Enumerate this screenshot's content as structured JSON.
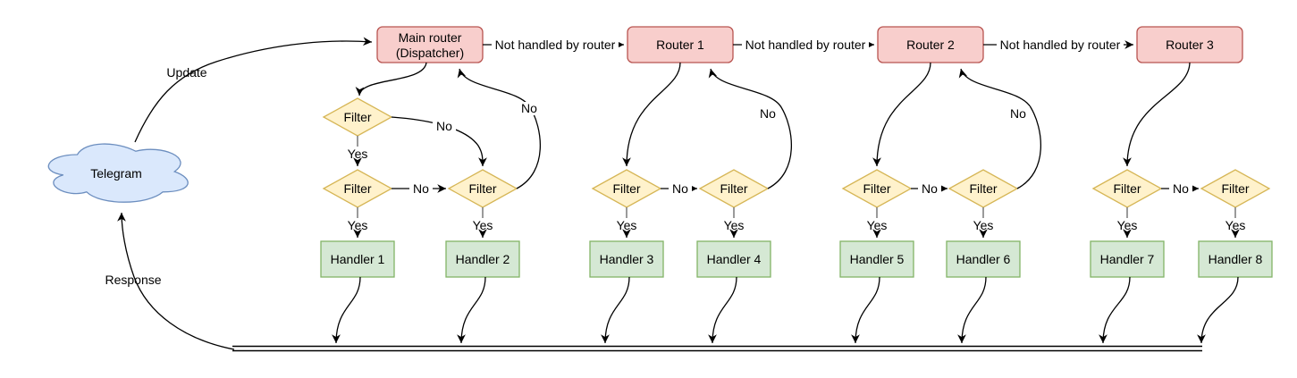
{
  "colors": {
    "router_fill": "#f8cecc",
    "router_stroke": "#b85450",
    "filter_fill": "#fff2cc",
    "filter_stroke": "#d6b656",
    "handler_fill": "#d5e8d4",
    "handler_stroke": "#82b366",
    "cloud_fill": "#dae8fc",
    "cloud_stroke": "#6c8ebf",
    "edge": "#000000"
  },
  "cloud": {
    "label": "Telegram"
  },
  "labels": {
    "update": "Update",
    "response": "Response",
    "not_handled": "Not handled by router",
    "yes": "Yes",
    "no": "No",
    "filter": "Filter"
  },
  "routers": [
    {
      "label": "Main router",
      "sublabel": "(Dispatcher)"
    },
    {
      "label": "Router 1"
    },
    {
      "label": "Router 2"
    },
    {
      "label": "Router 3"
    }
  ],
  "handlers": [
    {
      "label": "Handler 1"
    },
    {
      "label": "Handler 2"
    },
    {
      "label": "Handler 3"
    },
    {
      "label": "Handler 4"
    },
    {
      "label": "Handler 5"
    },
    {
      "label": "Handler 6"
    },
    {
      "label": "Handler 7"
    },
    {
      "label": "Handler 8"
    }
  ]
}
